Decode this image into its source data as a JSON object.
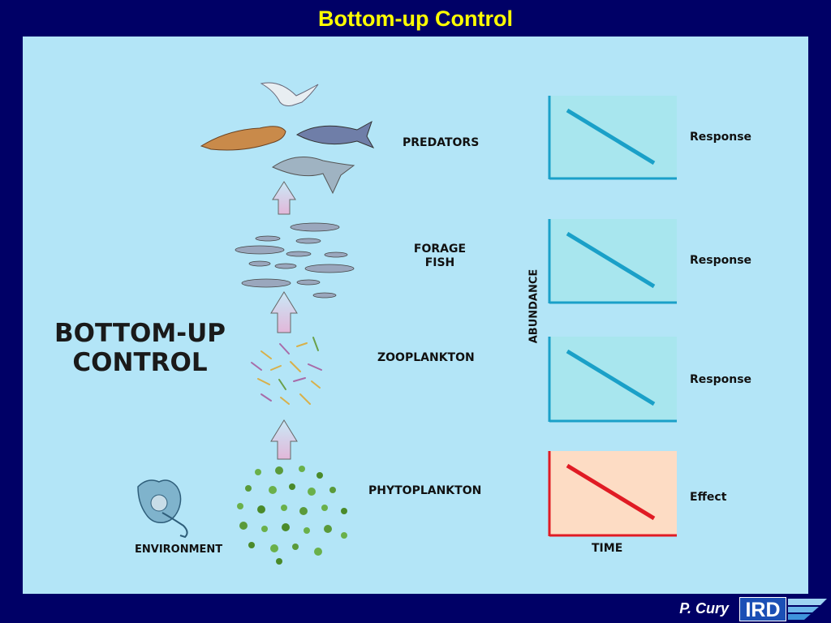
{
  "slide": {
    "title": "Bottom-up Control",
    "author": "P. Cury",
    "logo_text": "IRD"
  },
  "diagram": {
    "big_label": [
      "BOTTOM-UP",
      "CONTROL"
    ],
    "levels": [
      {
        "label": "PREDATORS",
        "chart_label": "Response",
        "color": "#1aa0c8",
        "bg": "#a8e6ee"
      },
      {
        "label": "FORAGE",
        "label2": "FISH",
        "chart_label": "Response",
        "color": "#1aa0c8",
        "bg": "#a8e6ee"
      },
      {
        "label": "ZOOPLANKTON",
        "chart_label": "Response",
        "color": "#1aa0c8",
        "bg": "#a8e6ee"
      },
      {
        "label": "PHYTOPLANKTON",
        "chart_label": "Effect",
        "color": "#e01b24",
        "bg": "#fddcc4"
      }
    ],
    "environment_label": "ENVIRONMENT",
    "y_axis_label": "ABUNDANCE",
    "x_axis_label": "TIME"
  }
}
